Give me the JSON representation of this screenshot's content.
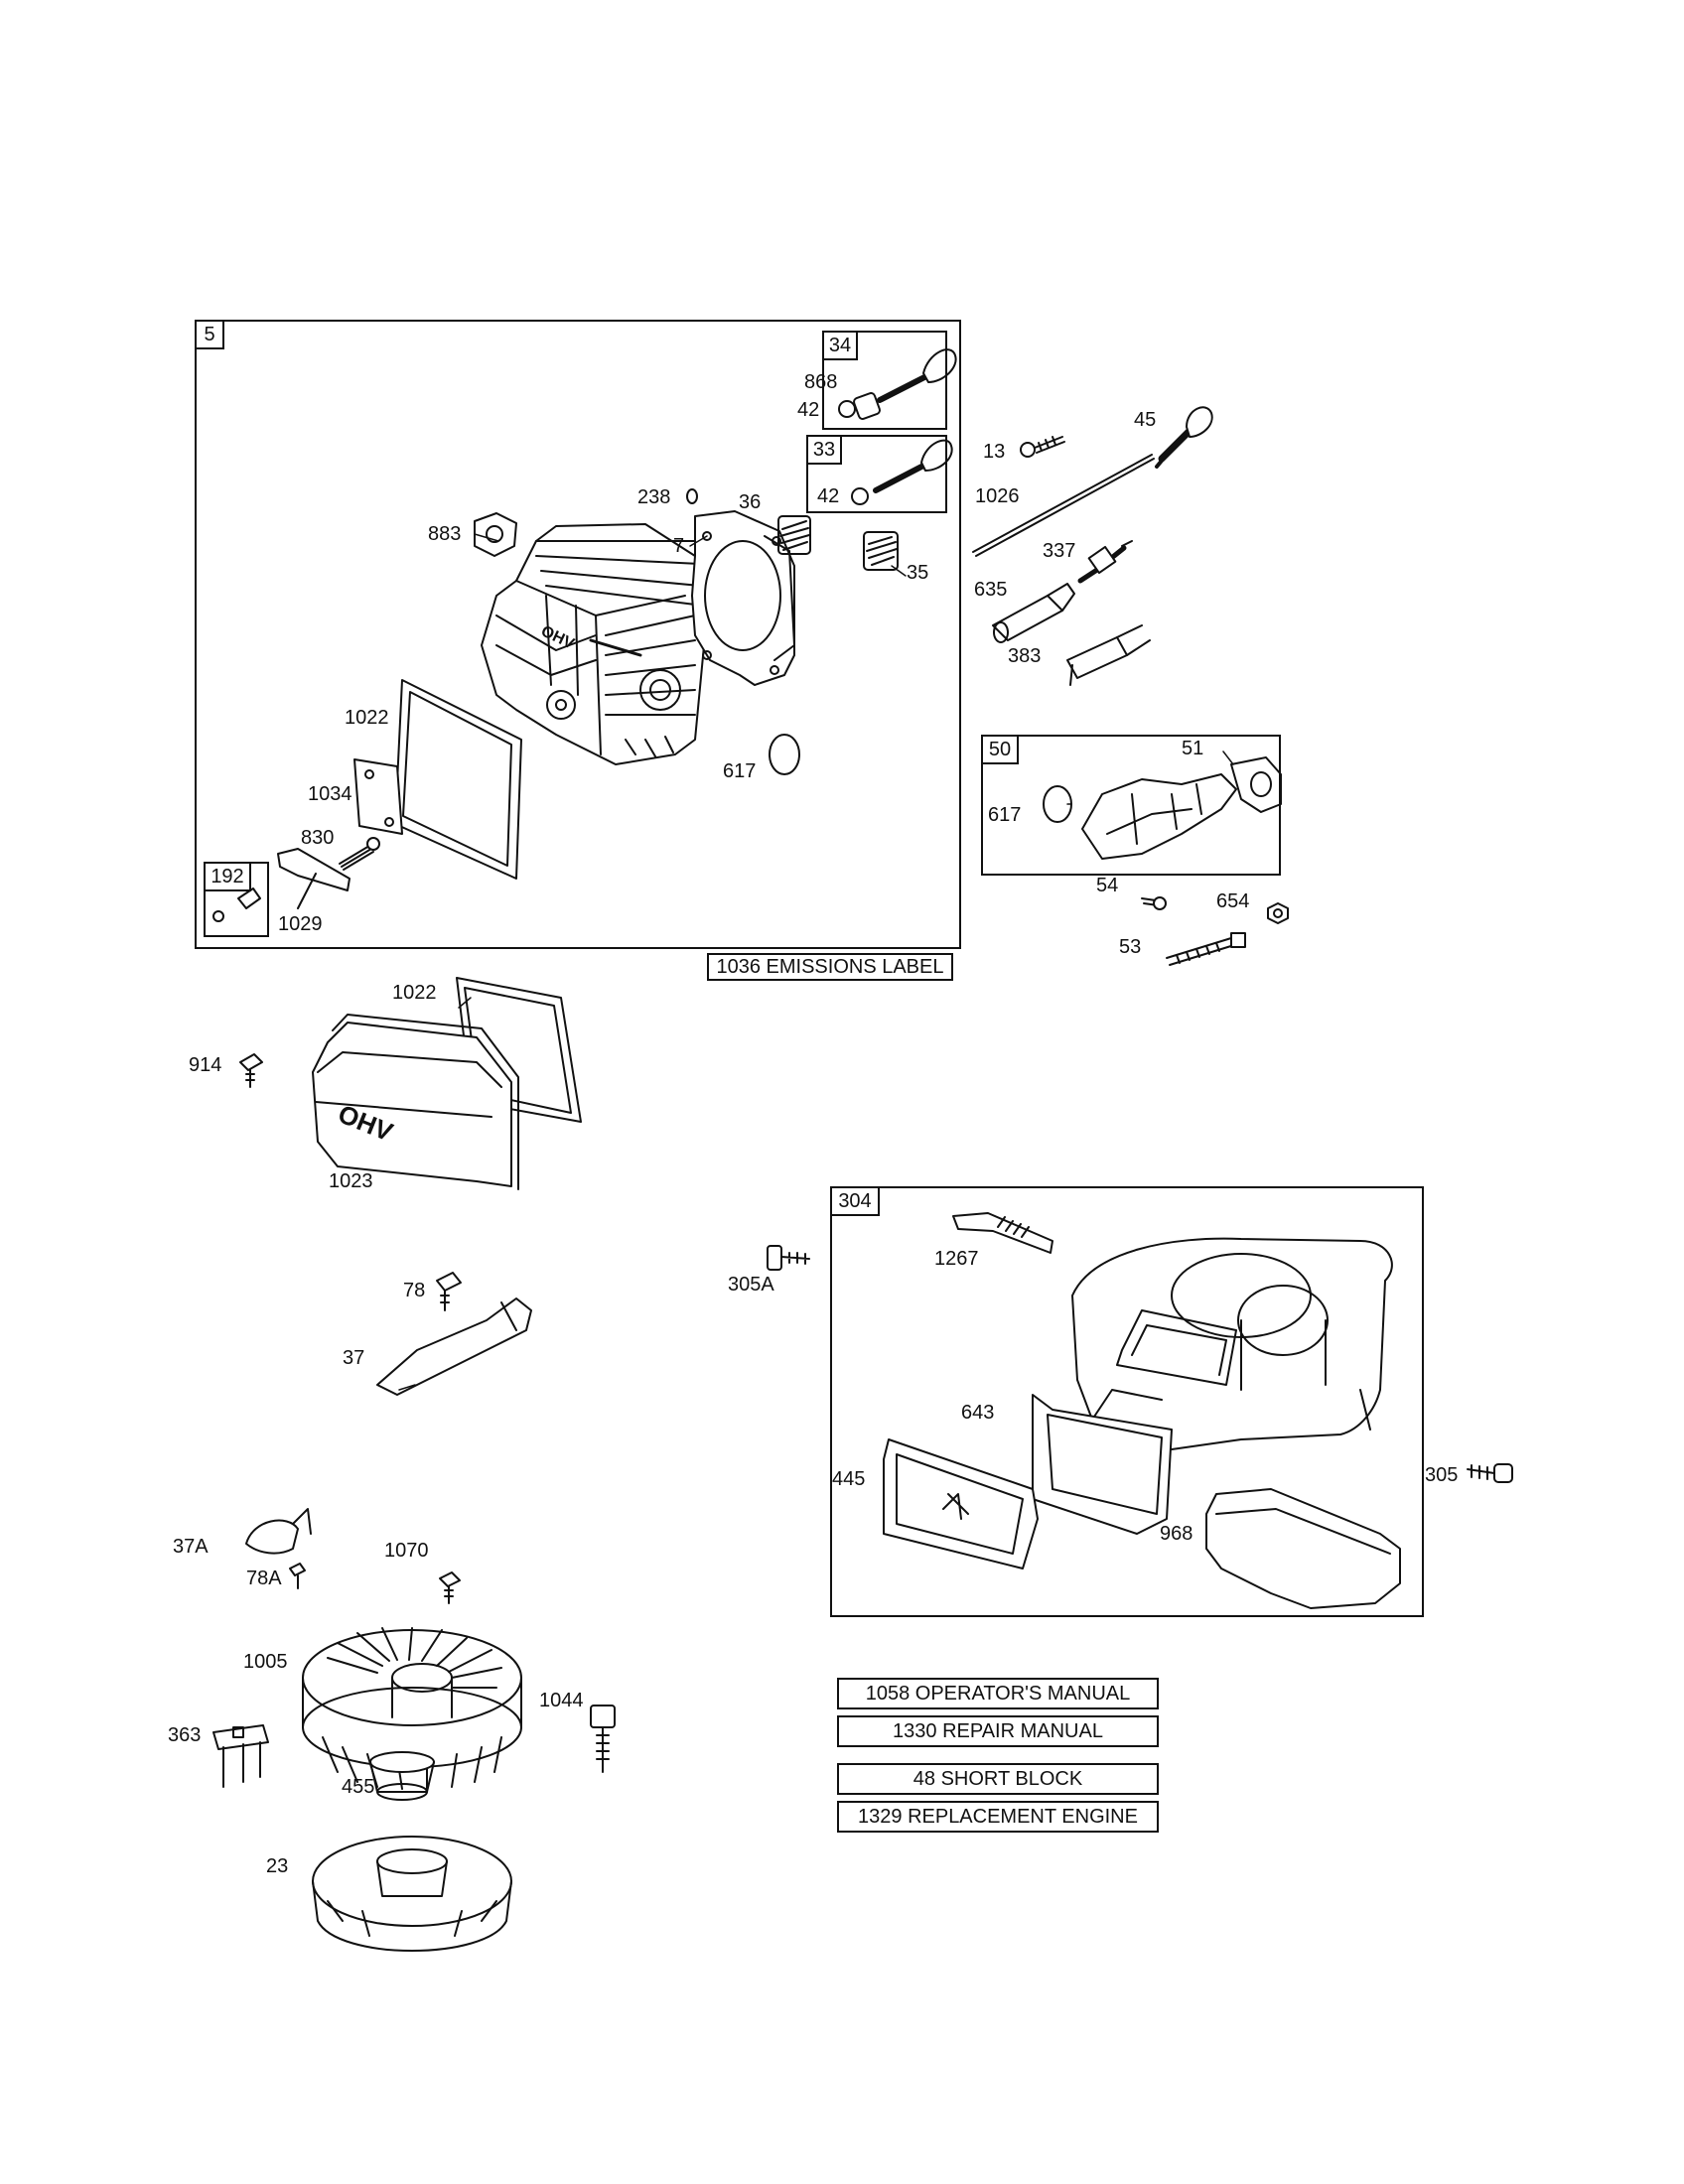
{
  "groups": {
    "g5": "5",
    "g34": "34",
    "g33": "33",
    "g192": "192",
    "g50": "50",
    "g304": "304"
  },
  "labels": {
    "p868": "868",
    "p42a": "42",
    "p42b": "42",
    "p238": "238",
    "p36": "36",
    "p883": "883",
    "p7": "7",
    "p35": "35",
    "p1022a": "1022",
    "p1034": "1034",
    "p830": "830",
    "p617a": "617",
    "p1029": "1029",
    "p13": "13",
    "p45": "45",
    "p1026": "1026",
    "p337": "337",
    "p635": "635",
    "p383": "383",
    "p51": "51",
    "p617b": "617",
    "p54": "54",
    "p654": "654",
    "p53": "53",
    "p1022b": "1022",
    "p914": "914",
    "p1023": "1023",
    "p78": "78",
    "p37": "37",
    "p305A": "305A",
    "p1267": "1267",
    "p643": "643",
    "p445": "445",
    "p968": "968",
    "p305": "305",
    "p37A": "37A",
    "p78A": "78A",
    "p1070": "1070",
    "p1005": "1005",
    "p1044": "1044",
    "p363": "363",
    "p455": "455",
    "p23": "23"
  },
  "documents": {
    "emissions": "1036 EMISSIONS LABEL",
    "operators": "1058 OPERATOR'S MANUAL",
    "repair": "1330 REPAIR MANUAL",
    "shortblock": "48 SHORT BLOCK",
    "replacement": "1329 REPLACEMENT ENGINE"
  },
  "part_marks": {
    "valve_cover_logo": "OHV",
    "cylinder_head_logo": "OHV"
  }
}
